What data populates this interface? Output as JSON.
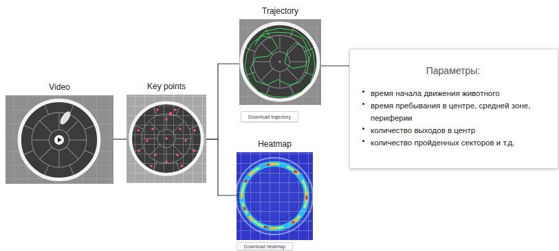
{
  "diagram": {
    "nodes": [
      {
        "text": [
          "Video"
        ]
      },
      {
        "text": [
          "Key points"
        ]
      },
      {
        "text": [
          "Trajectory"
        ]
      },
      {
        "text": [
          "Download trajectory"
        ]
      },
      {
        "text": [
          "Heatmap"
        ]
      },
      {
        "text": [
          "Download heatmap"
        ]
      },
      {
        "text": [
          "Параметры:",
          "время начала движения животного",
          "время пребывания в центре, средней зоне, периферии",
          "количество выходов в центр",
          "количество пройденных секторов и т.д."
        ]
      }
    ],
    "edges": [
      {
        "from": 0,
        "to": 1,
        "arrow": "none"
      },
      {
        "from": 1,
        "to": 2,
        "arrow": "none"
      },
      {
        "from": 1,
        "to": 4,
        "arrow": "none"
      },
      {
        "from": 2,
        "to": 6,
        "arrow": "none"
      }
    ]
  }
}
